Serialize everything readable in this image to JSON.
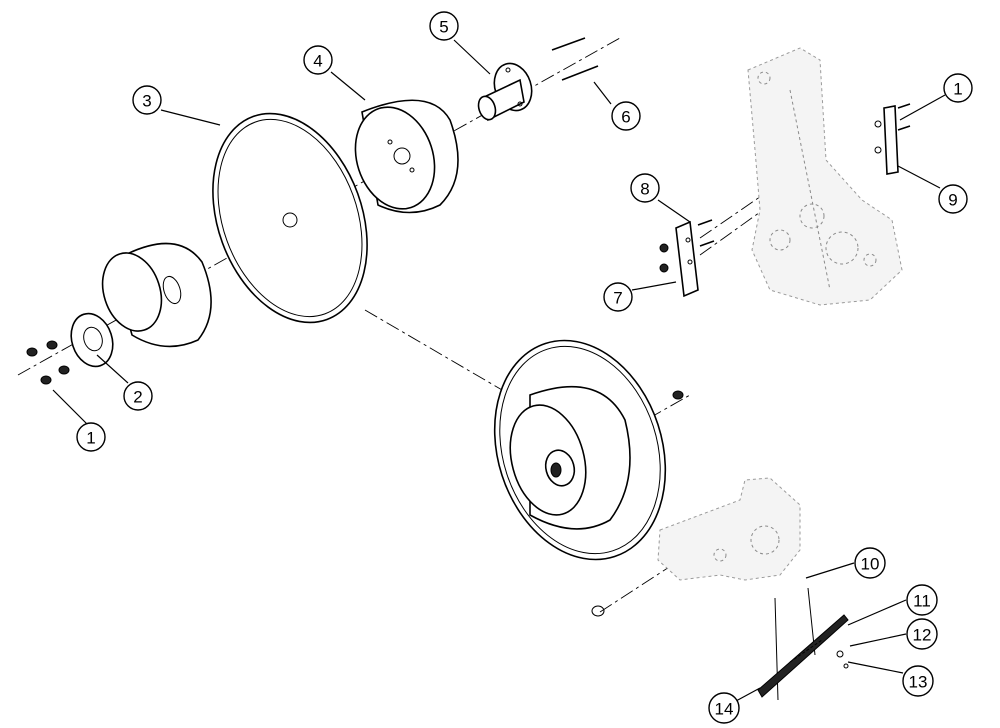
{
  "diagram": {
    "callouts": [
      {
        "id": "c1a",
        "label": "1"
      },
      {
        "id": "c1b",
        "label": "1"
      },
      {
        "id": "c2",
        "label": "2"
      },
      {
        "id": "c3",
        "label": "3"
      },
      {
        "id": "c4",
        "label": "4"
      },
      {
        "id": "c5",
        "label": "5"
      },
      {
        "id": "c6",
        "label": "6"
      },
      {
        "id": "c7",
        "label": "7"
      },
      {
        "id": "c8",
        "label": "8"
      },
      {
        "id": "c9",
        "label": "9"
      },
      {
        "id": "c10",
        "label": "10"
      },
      {
        "id": "c11",
        "label": "11"
      },
      {
        "id": "c12",
        "label": "12"
      },
      {
        "id": "c13",
        "label": "13"
      },
      {
        "id": "c14",
        "label": "14"
      }
    ]
  }
}
